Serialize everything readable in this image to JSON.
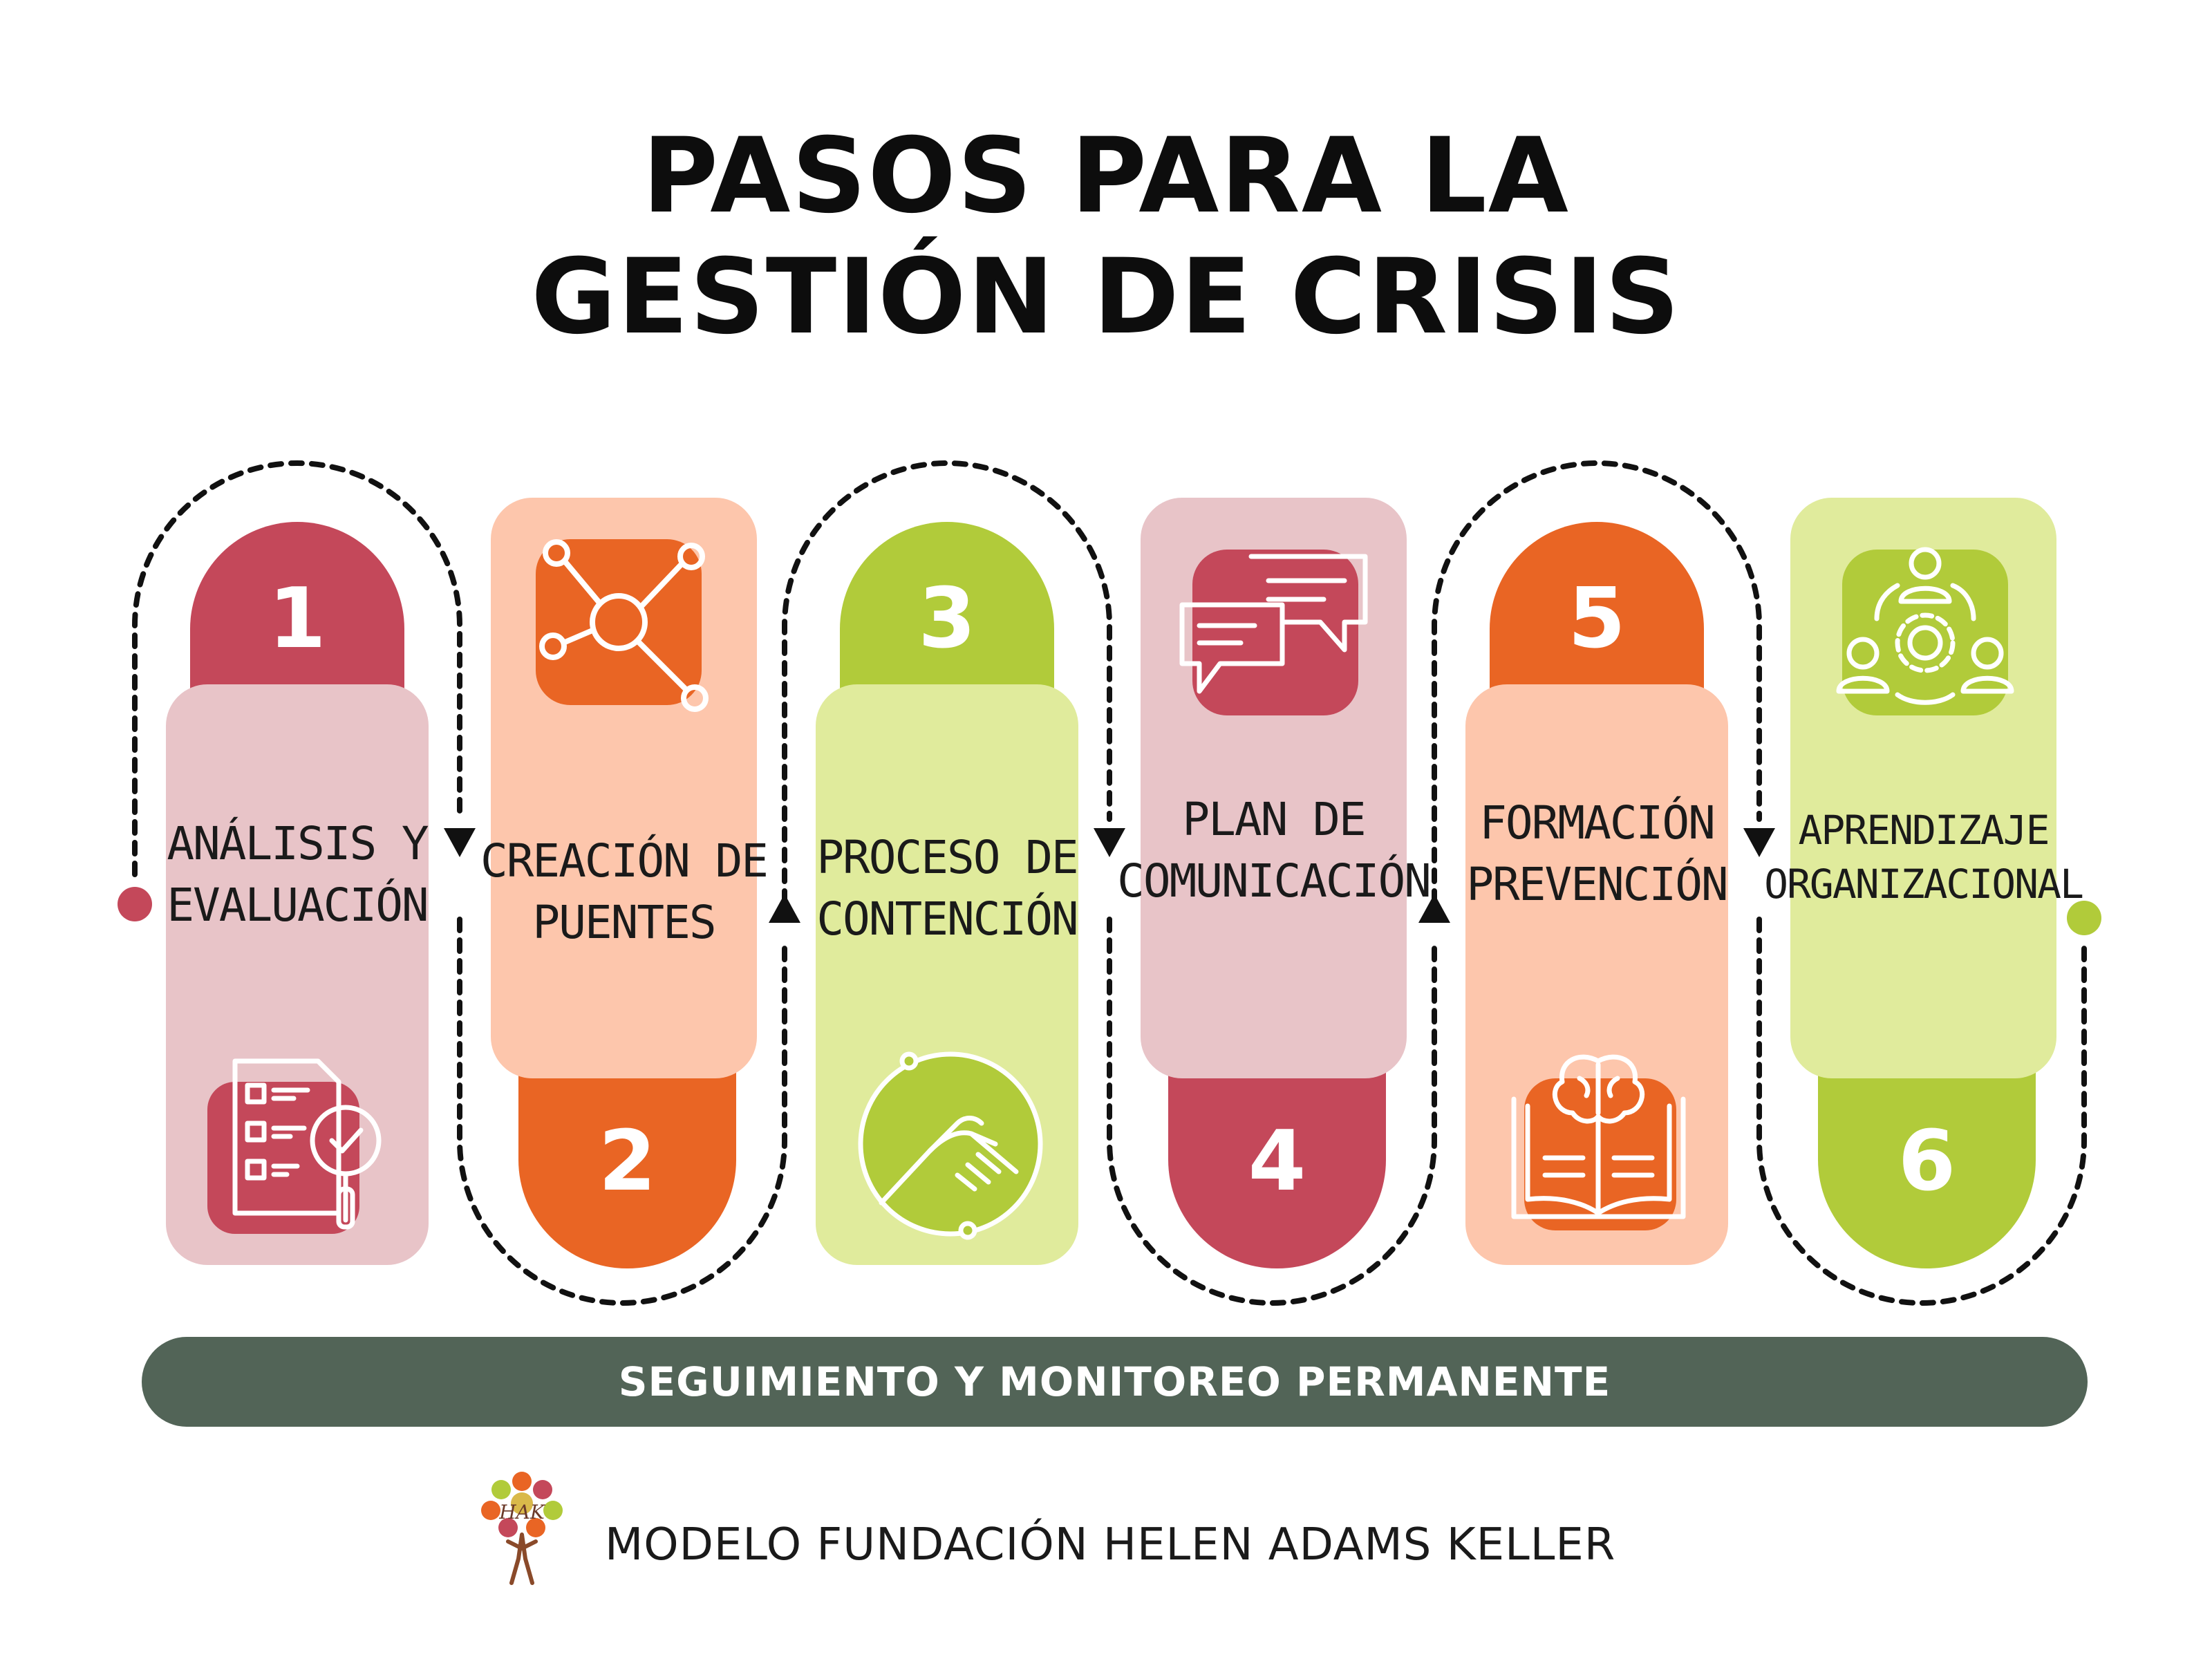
{
  "title": {
    "line1": "PASOS PARA LA",
    "line2": "GESTIÓN DE CRISIS"
  },
  "colors": {
    "crimson": "#c4485a",
    "orange": "#e96524",
    "lime": "#b1cb3a",
    "pink_light": "#e8c4c8",
    "peach_light": "#fdc6ac",
    "lime_light": "#e0eb9c",
    "bar": "#526457"
  },
  "steps": [
    {
      "number": "1",
      "label_lines": [
        "ANÁLISIS Y",
        "EVALUACIÓN"
      ],
      "icon": "checklist-magnifier-icon"
    },
    {
      "number": "2",
      "label_lines": [
        "CREACIÓN DE",
        "PUENTES"
      ],
      "icon": "network-nodes-icon"
    },
    {
      "number": "3",
      "label_lines": [
        "PROCESO DE",
        "CONTENCIÓN"
      ],
      "icon": "helping-hands-icon"
    },
    {
      "number": "4",
      "label_lines": [
        "PLAN DE",
        "COMUNICACIÓN"
      ],
      "icon": "chat-bubbles-icon"
    },
    {
      "number": "5",
      "label_lines": [
        "FORMACIÓN",
        "PREVENCIÓN"
      ],
      "icon": "brain-book-icon"
    },
    {
      "number": "6",
      "label_lines": [
        "APRENDIZAJE",
        "ORGANIZACIONAL"
      ],
      "icon": "team-gear-icon"
    }
  ],
  "bottom_bar": "SEGUIMIENTO Y MONITOREO PERMANENTE",
  "footer": {
    "logo_text": "HAK",
    "text": "MODELO FUNDACIÓN HELEN ADAMS KELLER"
  }
}
